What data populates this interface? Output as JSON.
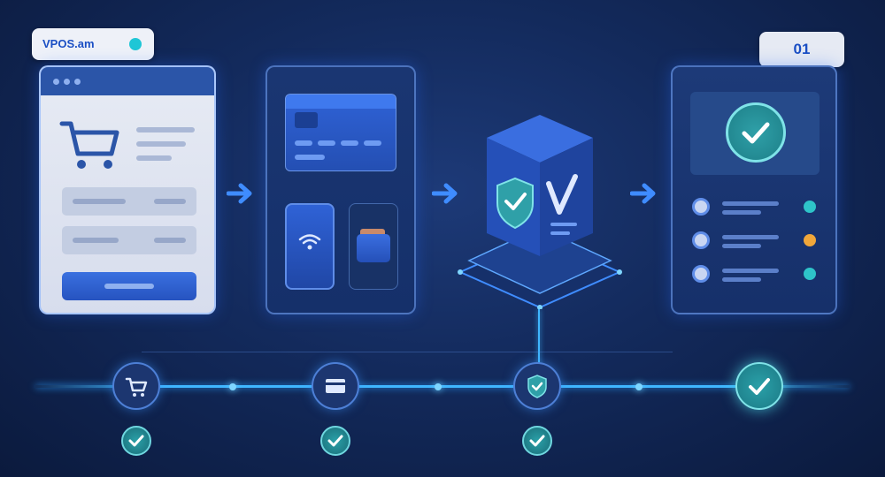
{
  "brand": {
    "label": "VPOS.am",
    "dot_color": "#1fc6d6"
  },
  "step": {
    "number": "01"
  },
  "colors": {
    "accent": "#1b4fc4",
    "success": "#7fe3e8",
    "status_ok": "#2ec4c9",
    "status_pending": "#f0a73a"
  },
  "flow": {
    "checkout": {
      "icon": "shopping-cart-icon"
    },
    "payment_methods": {
      "icons": [
        "credit-card-icon",
        "nfc-phone-icon",
        "wallet-icon"
      ]
    },
    "security": {
      "icons": [
        "shield-check-icon",
        "v-logo-icon"
      ]
    },
    "result": {
      "icon": "success-check-icon",
      "rows": [
        {
          "status": "ok"
        },
        {
          "status": "pending"
        },
        {
          "status": "ok"
        }
      ]
    }
  },
  "timeline": {
    "nodes": [
      "cart-icon",
      "card-icon",
      "shield-icon",
      "check-icon"
    ]
  }
}
